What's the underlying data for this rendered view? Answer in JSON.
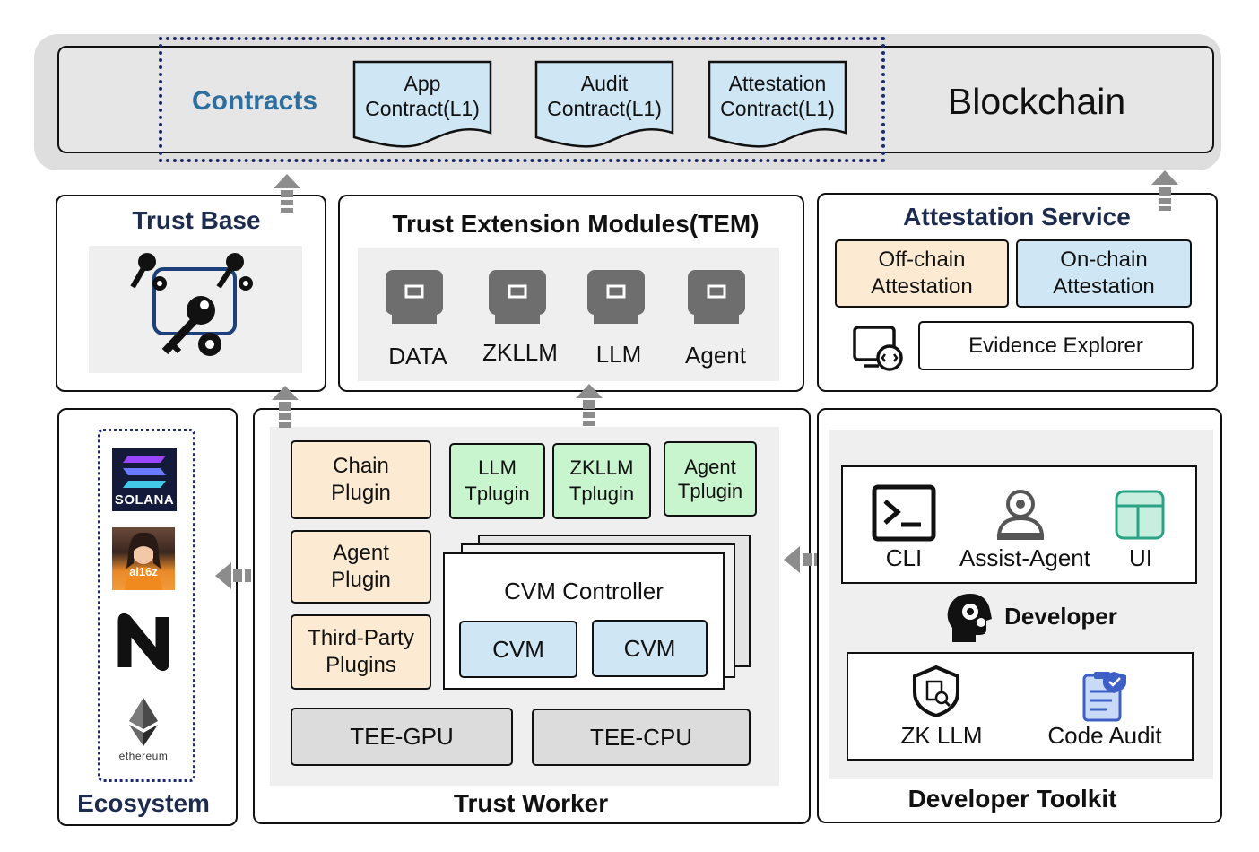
{
  "blockchain": {
    "title": "Blockchain",
    "contracts_label": "Contracts",
    "contracts": [
      {
        "line1": "App",
        "line2": "Contract(L1)"
      },
      {
        "line1": "Audit",
        "line2": "Contract(L1)"
      },
      {
        "line1": "Attestation",
        "line2": "Contract(L1)"
      }
    ]
  },
  "trust_base": {
    "title": "Trust Base",
    "icon": "keys-gears-icon"
  },
  "tem": {
    "title": "Trust Extension Modules(TEM)",
    "modules": [
      "DATA",
      "ZKLLM",
      "LLM",
      "Agent"
    ]
  },
  "attestation": {
    "title": "Attestation Service",
    "offchain": {
      "line1": "Off-chain",
      "line2": "Attestation"
    },
    "onchain": {
      "line1": "On-chain",
      "line2": "Attestation"
    },
    "explorer": "Evidence Explorer"
  },
  "ecosystem": {
    "title": "Ecosystem",
    "solana_text": "SOLANA",
    "ai16z_text": "ai16z",
    "ethereum_text": "ethereum"
  },
  "trust_worker": {
    "title": "Trust Worker",
    "chain_plugin": {
      "line1": "Chain",
      "line2": "Plugin"
    },
    "agent_plugin": {
      "line1": "Agent",
      "line2": "Plugin"
    },
    "third_party": {
      "line1": "Third-Party",
      "line2": "Plugins"
    },
    "llm_tplugin": {
      "line1": "LLM",
      "line2": "Tplugin"
    },
    "zkllm_tplugin": {
      "line1": "ZKLLM",
      "line2": "Tplugin"
    },
    "agent_tplugin": {
      "line1": "Agent",
      "line2": "Tplugin"
    },
    "cvm_controller": "CVM Controller",
    "cvm1": "CVM",
    "cvm2": "CVM",
    "tee_gpu": "TEE-GPU",
    "tee_cpu": "TEE-CPU"
  },
  "toolkit": {
    "title": "Developer Toolkit",
    "cli": "CLI",
    "assist_agent": "Assist-Agent",
    "ui": "UI",
    "developer": "Developer",
    "zk_llm": "ZK LLM",
    "code_audit": "Code Audit"
  },
  "colors": {
    "navy": "#1d2b4f",
    "contracts_blue": "#2e6e9e",
    "orange_fill": "#fcebd2",
    "blue_fill": "#cfe6f5",
    "green_fill": "#c8f5cd",
    "gray_fill": "#dcdcdc",
    "arrow_gray": "#8c8c8c"
  }
}
